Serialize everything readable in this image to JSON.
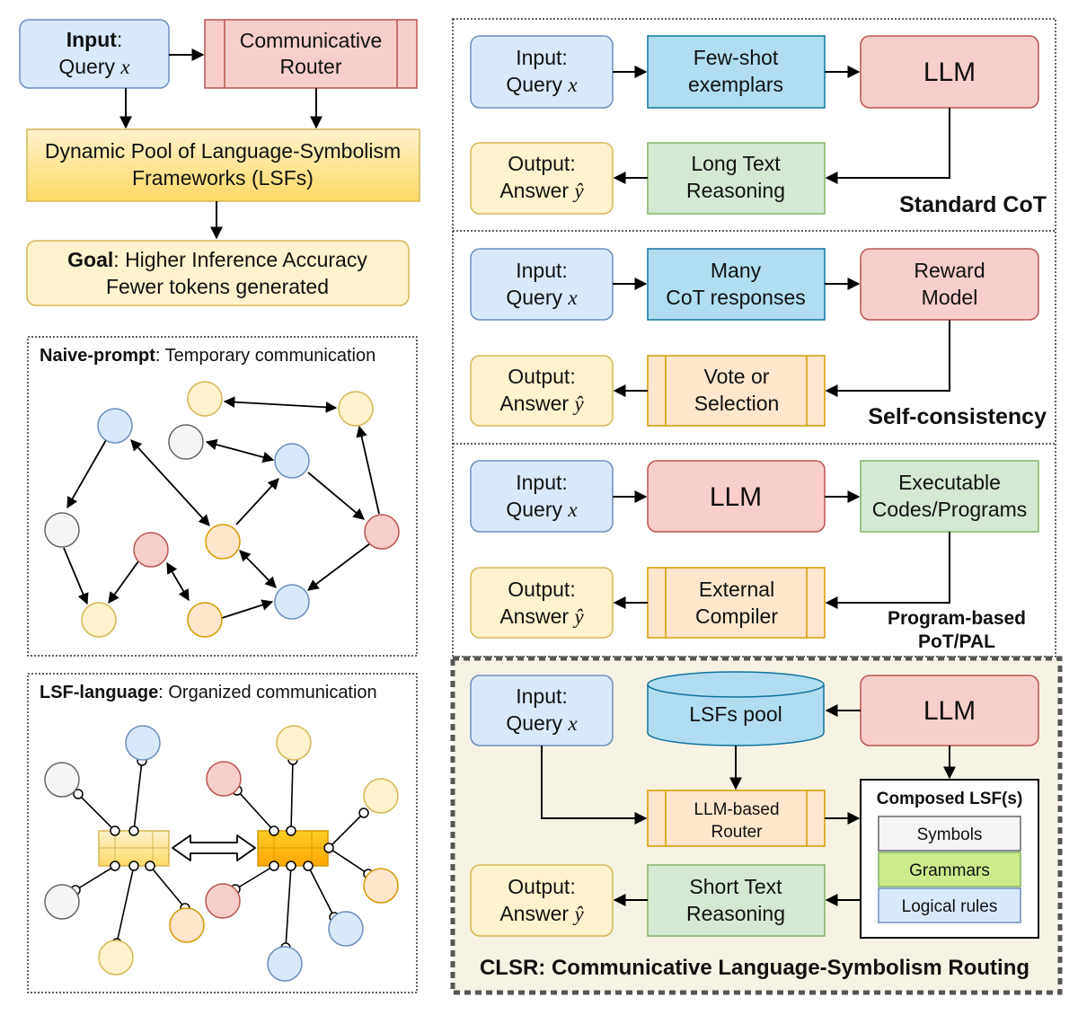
{
  "left_top": {
    "input": {
      "bold": "Input",
      "rest": ":",
      "line2": "Query",
      "var": "x"
    },
    "router": {
      "line1": "Communicative",
      "line2": "Router"
    },
    "pool": {
      "line1": "Dynamic Pool of Language-Symbolism",
      "line2": "Frameworks (LSFs)"
    },
    "goal": {
      "bold": "Goal",
      "rest": ": Higher Inference Accuracy",
      "line2": "Fewer tokens generated"
    }
  },
  "naive": {
    "bold": "Naive-prompt",
    "rest": ": Temporary communication"
  },
  "lsf": {
    "bold": "LSF-language",
    "rest": ": Organized communication"
  },
  "common": {
    "input_l1": "Input:",
    "input_l2": "Query",
    "input_var": "x",
    "output_l1": "Output:",
    "output_l2": "Answer",
    "output_var": "ŷ"
  },
  "panels": {
    "cot": {
      "title": "Standard CoT",
      "box2_l1": "Few-shot",
      "box2_l2": "exemplars",
      "box3": "LLM",
      "box4_l1": "Long Text",
      "box4_l2": "Reasoning"
    },
    "sc": {
      "title": "Self-consistency",
      "box2_l1": "Many",
      "box2_l2": "CoT responses",
      "box3_l1": "Reward",
      "box3_l2": "Model",
      "box4_l1": "Vote or",
      "box4_l2": "Selection"
    },
    "pot": {
      "title_l1": "Program-based",
      "title_l2": "PoT/PAL",
      "box2": "LLM",
      "box3_l1": "Executable",
      "box3_l2": "Codes/Programs",
      "box4_l1": "External",
      "box4_l2": "Compiler"
    },
    "clsr": {
      "title": "CLSR: Communicative Language-Symbolism Routing",
      "pool": "LSFs pool",
      "llm": "LLM",
      "router_l1": "LLM-based",
      "router_l2": "Router",
      "composed_title": "Composed LSF(s)",
      "symbols": "Symbols",
      "grammars": "Grammars",
      "rules": "Logical rules",
      "short_l1": "Short Text",
      "short_l2": "Reasoning"
    }
  },
  "colors": {
    "blue_fill": "#dae8fc",
    "blue_stroke": "#6c8ebf",
    "red_fill": "#f8cecc",
    "red_stroke": "#b85450",
    "yellow_fill": "#fff2cc",
    "yellow_stroke": "#d6b656",
    "green_fill": "#d5e8d4",
    "green_stroke": "#82b366",
    "cyan_fill": "#b1ddf0",
    "cyan_stroke": "#10739e",
    "orange_fill": "#ffe6cc",
    "orange_stroke": "#d79b00",
    "gray_fill": "#f5f5f5",
    "gray_stroke": "#666666",
    "lime_fill": "#cdeb8b",
    "clsr_bg": "#f7f3e4"
  }
}
